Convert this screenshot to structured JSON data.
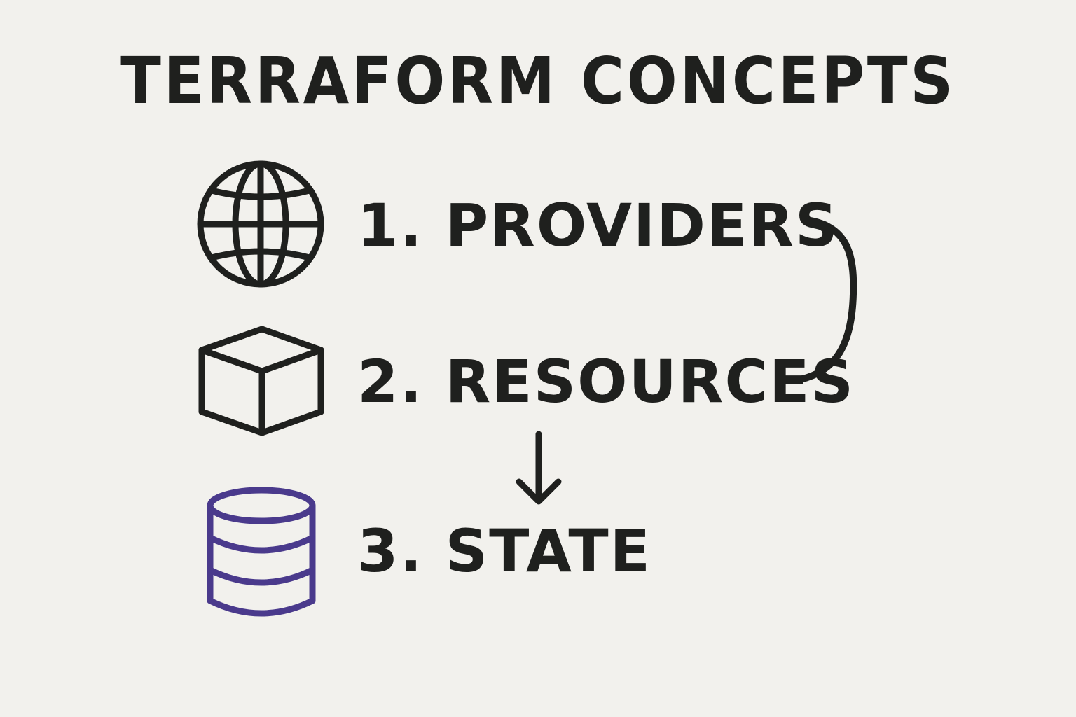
{
  "title": "TERRAFORM CONCEPTS",
  "items": [
    {
      "label": "1. PROVIDERS",
      "icon": "globe-icon"
    },
    {
      "label": "2. RESOURCES",
      "icon": "cube-icon"
    },
    {
      "label": "3. STATE",
      "icon": "database-icon"
    }
  ],
  "connectors": [
    {
      "type": "curved-bracket",
      "from": "1. PROVIDERS",
      "to": "2. RESOURCES"
    },
    {
      "type": "arrow-down",
      "from": "2. RESOURCES",
      "to": "3. STATE"
    }
  ],
  "colors": {
    "background": "#f2f1ed",
    "ink": "#1f201e",
    "state_accent": "#4a3a8c"
  }
}
